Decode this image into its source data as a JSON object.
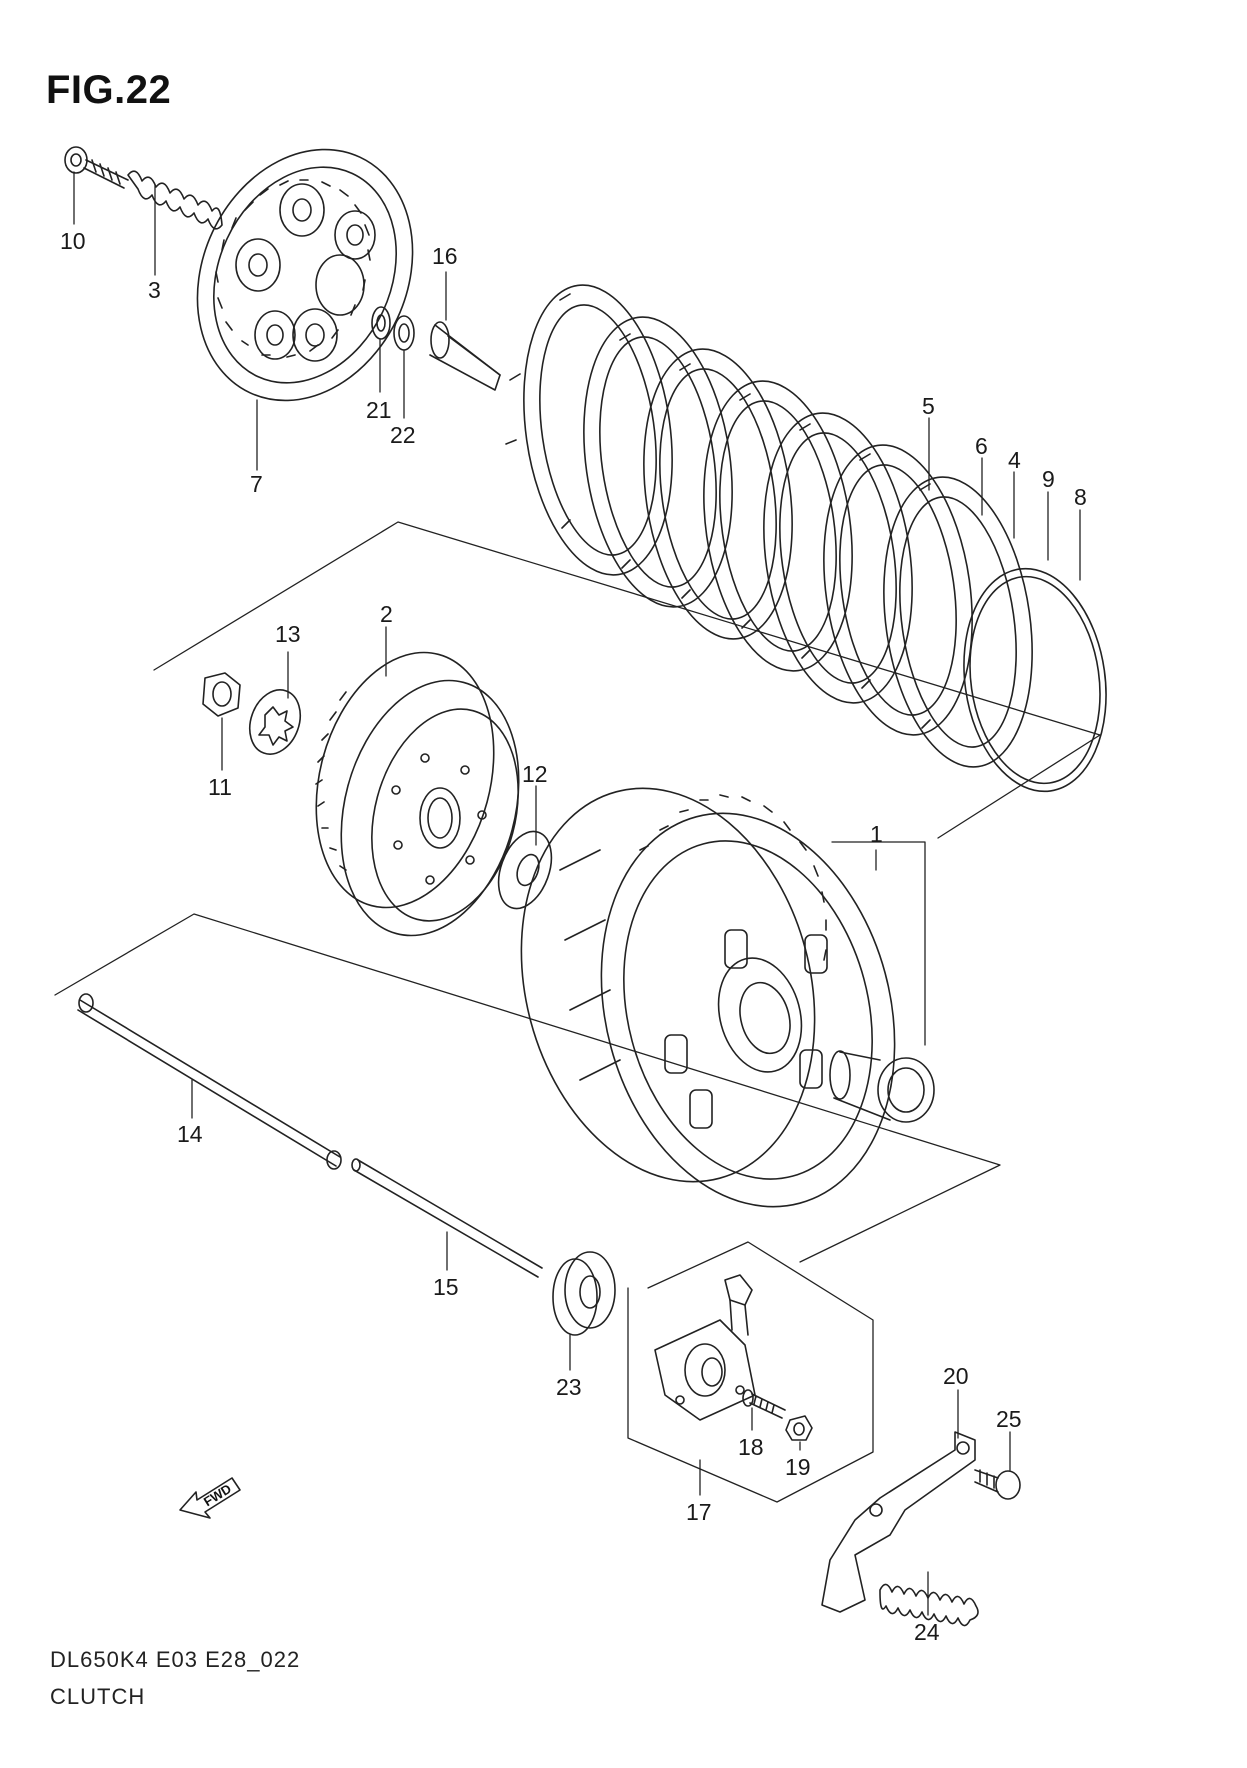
{
  "figure": {
    "title": "FIG.22",
    "model_code": "DL650K4 E03 E28_022",
    "name": "CLUTCH"
  },
  "fwd_indicator": {
    "text": "FWD",
    "icon": "forward-arrow-icon"
  },
  "callouts": [
    {
      "id": "1",
      "label": "1"
    },
    {
      "id": "2",
      "label": "2"
    },
    {
      "id": "3",
      "label": "3"
    },
    {
      "id": "4",
      "label": "4"
    },
    {
      "id": "5",
      "label": "5"
    },
    {
      "id": "6",
      "label": "6"
    },
    {
      "id": "7",
      "label": "7"
    },
    {
      "id": "8",
      "label": "8"
    },
    {
      "id": "9",
      "label": "9"
    },
    {
      "id": "10",
      "label": "10"
    },
    {
      "id": "11",
      "label": "11"
    },
    {
      "id": "12",
      "label": "12"
    },
    {
      "id": "13",
      "label": "13"
    },
    {
      "id": "14",
      "label": "14"
    },
    {
      "id": "15",
      "label": "15"
    },
    {
      "id": "16",
      "label": "16"
    },
    {
      "id": "17",
      "label": "17"
    },
    {
      "id": "18",
      "label": "18"
    },
    {
      "id": "19",
      "label": "19"
    },
    {
      "id": "20",
      "label": "20"
    },
    {
      "id": "21",
      "label": "21"
    },
    {
      "id": "22",
      "label": "22"
    },
    {
      "id": "23",
      "label": "23"
    },
    {
      "id": "24",
      "label": "24"
    },
    {
      "id": "25",
      "label": "25"
    }
  ]
}
